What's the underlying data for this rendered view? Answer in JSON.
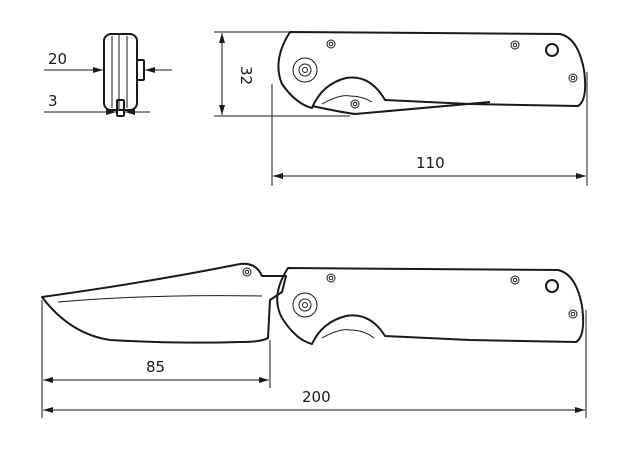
{
  "dimensions": {
    "thickness_overall": "20",
    "thickness_blade": "3",
    "height_closed": "32",
    "length_closed": "110",
    "blade_length": "85",
    "length_open": "200"
  }
}
